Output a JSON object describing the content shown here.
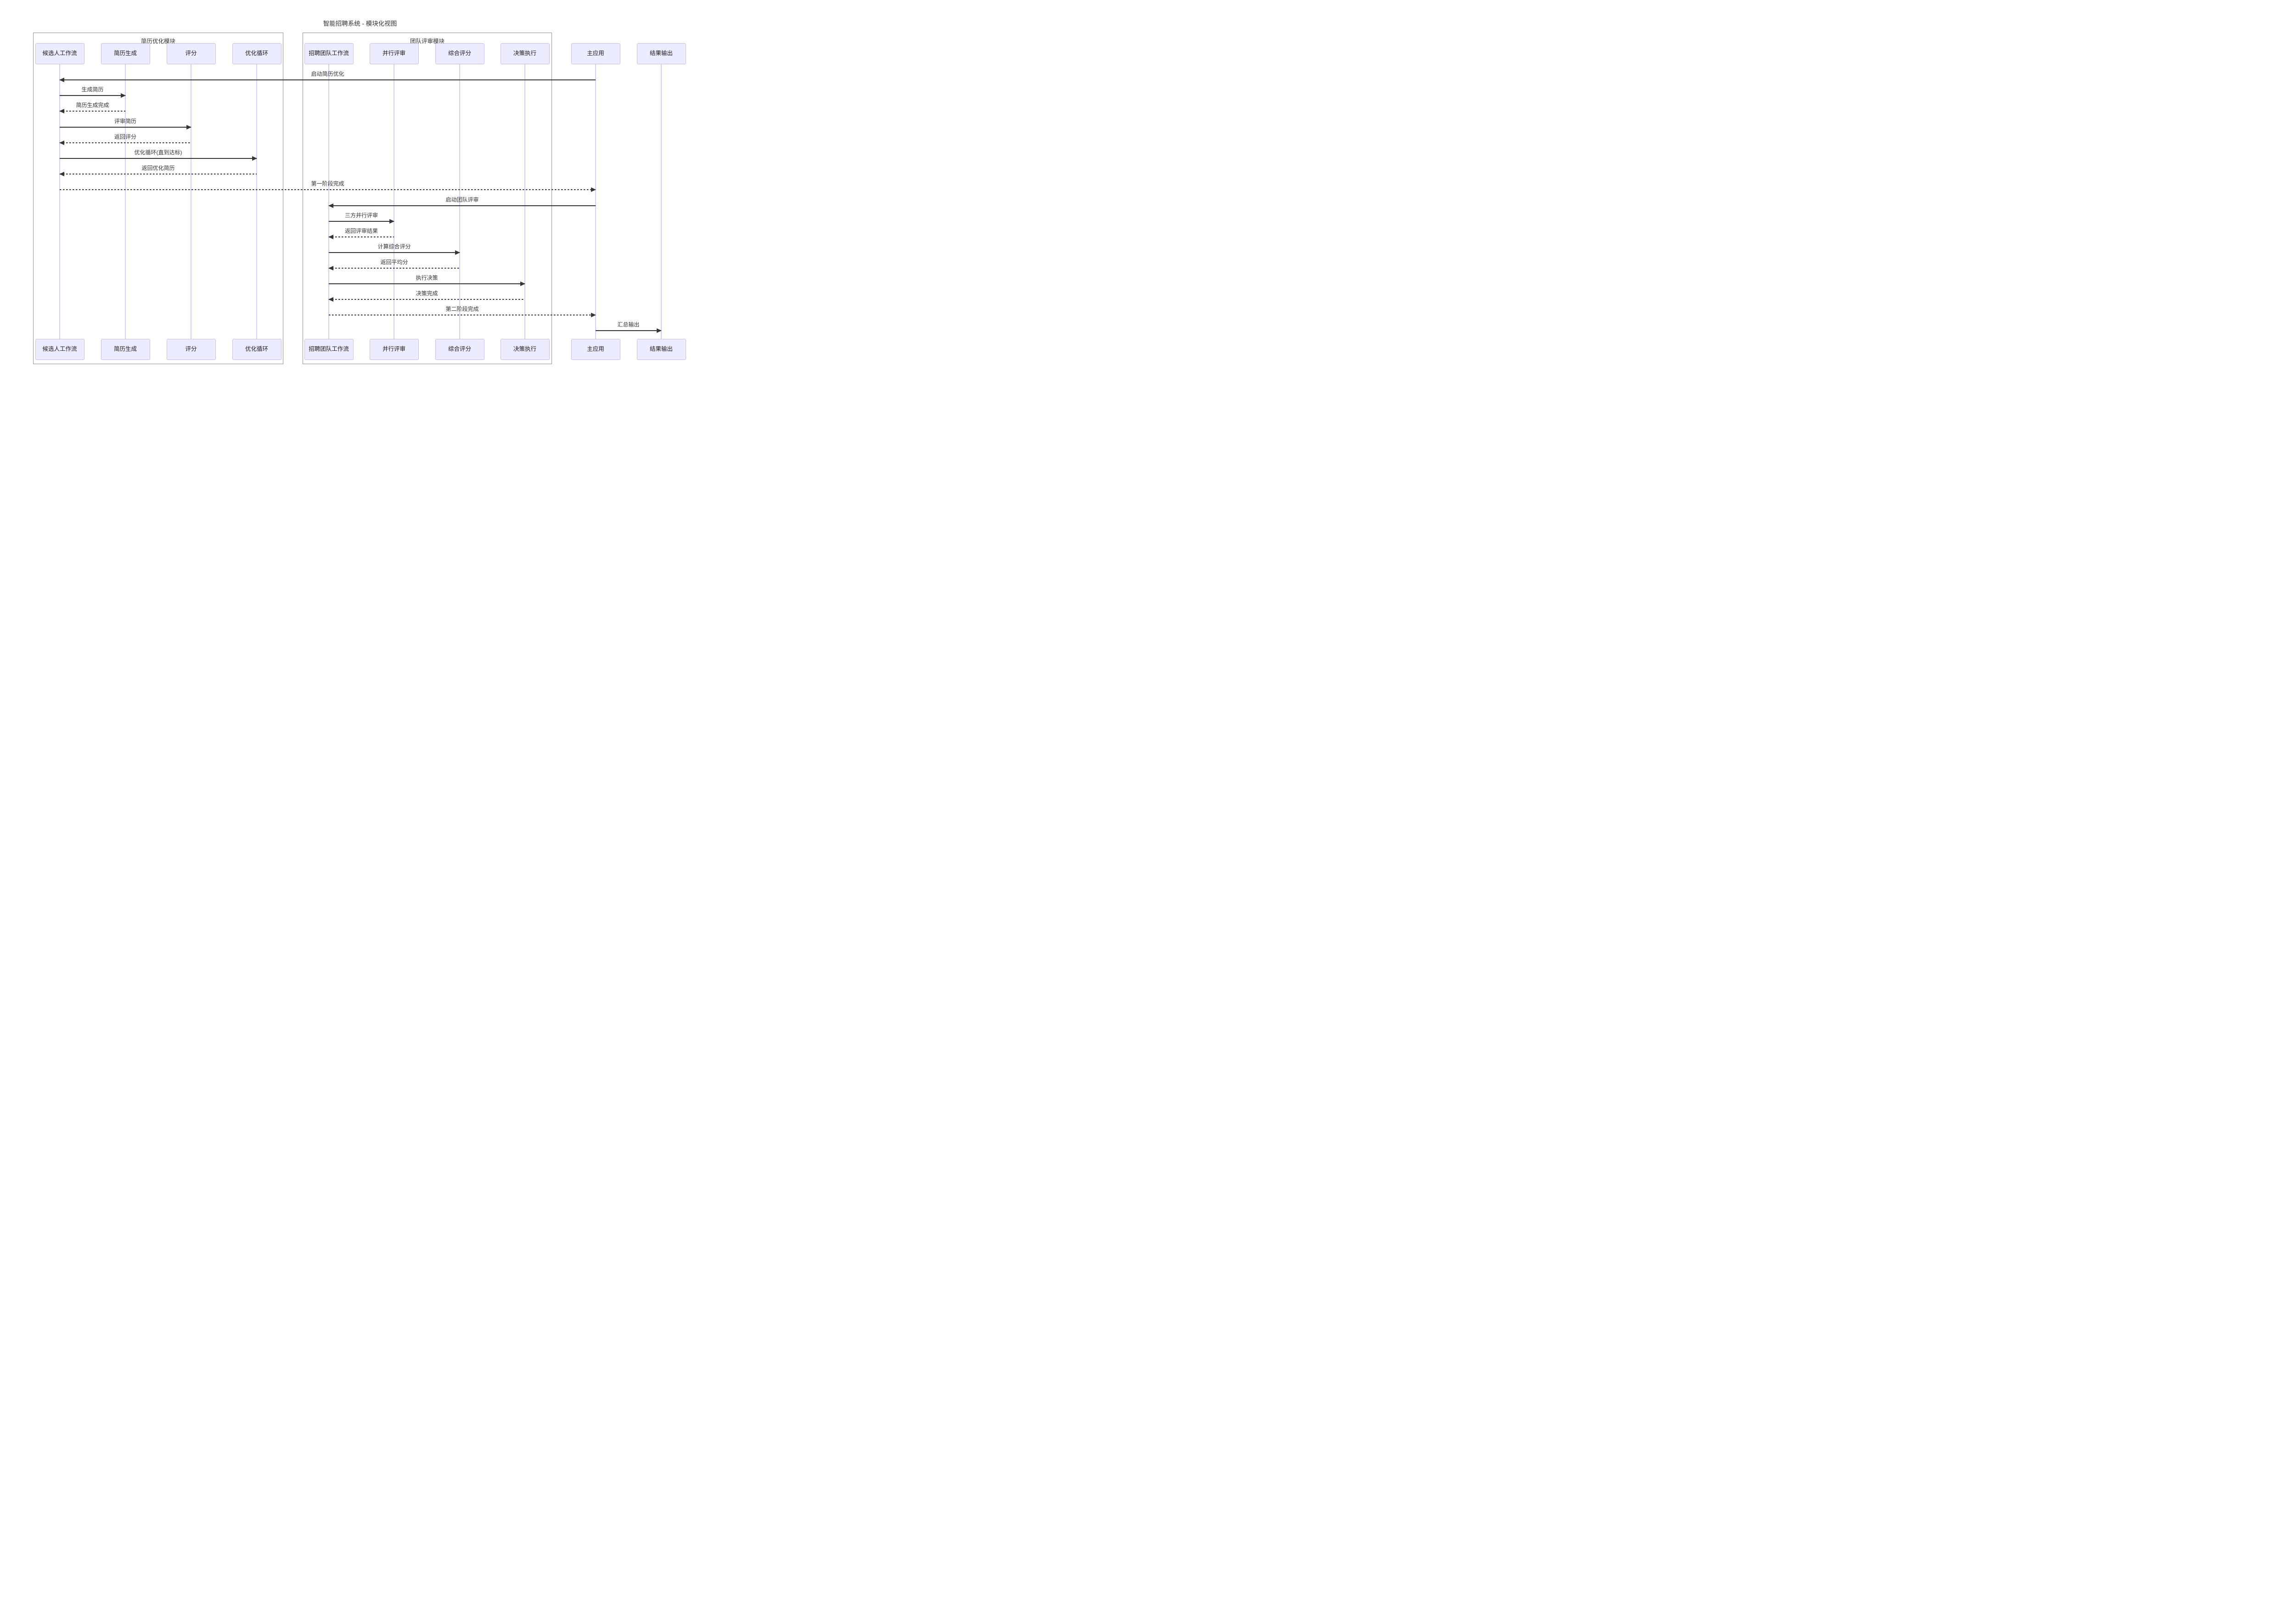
{
  "title": "智能招聘系统 - 模块化视图",
  "modules": [
    {
      "label": "简历优化模块"
    },
    {
      "label": "团队评审模块"
    }
  ],
  "participants": [
    {
      "label": "候选人工作流",
      "module": "简历优化模块"
    },
    {
      "label": "简历生成",
      "module": "简历优化模块"
    },
    {
      "label": "评分",
      "module": "简历优化模块"
    },
    {
      "label": "优化循环",
      "module": "简历优化模块"
    },
    {
      "label": "招聘团队工作流",
      "module": "团队评审模块"
    },
    {
      "label": "并行评审",
      "module": "团队评审模块"
    },
    {
      "label": "综合评分",
      "module": "团队评审模块"
    },
    {
      "label": "决策执行",
      "module": "团队评审模块"
    },
    {
      "label": "主应用",
      "module": null
    },
    {
      "label": "结果输出",
      "module": null
    }
  ],
  "messages": [
    {
      "label": "启动简历优化",
      "from": "主应用",
      "to": "候选人工作流",
      "line": "solid"
    },
    {
      "label": "生成简历",
      "from": "候选人工作流",
      "to": "简历生成",
      "line": "solid"
    },
    {
      "label": "简历生成完成",
      "from": "简历生成",
      "to": "候选人工作流",
      "line": "dashed"
    },
    {
      "label": "评审简历",
      "from": "候选人工作流",
      "to": "评分",
      "line": "solid"
    },
    {
      "label": "返回评分",
      "from": "评分",
      "to": "候选人工作流",
      "line": "dashed"
    },
    {
      "label": "优化循环(直到达标)",
      "from": "候选人工作流",
      "to": "优化循环",
      "line": "solid"
    },
    {
      "label": "返回优化简历",
      "from": "优化循环",
      "to": "候选人工作流",
      "line": "dashed"
    },
    {
      "label": "第一阶段完成",
      "from": "候选人工作流",
      "to": "主应用",
      "line": "dashed"
    },
    {
      "label": "启动团队评审",
      "from": "主应用",
      "to": "招聘团队工作流",
      "line": "solid"
    },
    {
      "label": "三方并行评审",
      "from": "招聘团队工作流",
      "to": "并行评审",
      "line": "solid"
    },
    {
      "label": "返回评审结果",
      "from": "并行评审",
      "to": "招聘团队工作流",
      "line": "dashed"
    },
    {
      "label": "计算综合评分",
      "from": "招聘团队工作流",
      "to": "综合评分",
      "line": "solid"
    },
    {
      "label": "返回平均分",
      "from": "综合评分",
      "to": "招聘团队工作流",
      "line": "dashed"
    },
    {
      "label": "执行决策",
      "from": "招聘团队工作流",
      "to": "决策执行",
      "line": "solid"
    },
    {
      "label": "决策完成",
      "from": "决策执行",
      "to": "招聘团队工作流",
      "line": "dashed"
    },
    {
      "label": "第二阶段完成",
      "from": "招聘团队工作流",
      "to": "主应用",
      "line": "dashed"
    },
    {
      "label": "汇总输出",
      "from": "主应用",
      "to": "结果输出",
      "line": "solid"
    }
  ],
  "colors": {
    "background": "#ffffff",
    "participant_fill": "#ECECFF",
    "participant_border": "#c7bde9",
    "lifeline": "#d7ccf2",
    "message_line": "#363636",
    "frame_border": "#8f8f8f",
    "text": "#333333"
  }
}
